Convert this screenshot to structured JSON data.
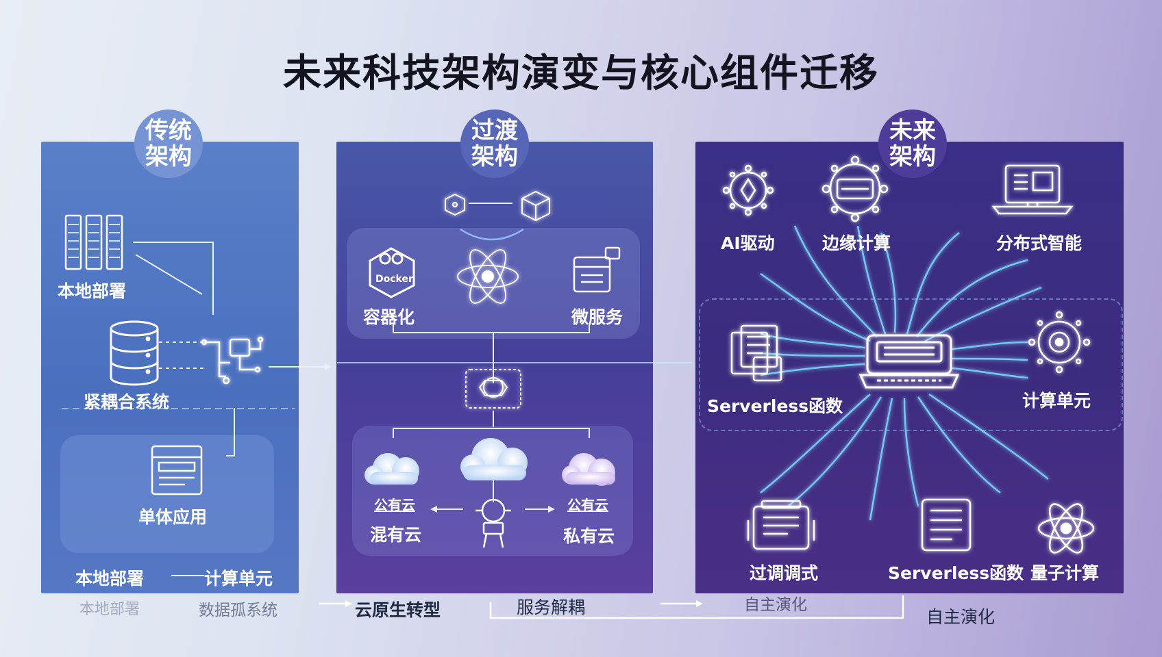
{
  "title": "未来科技架构演变与核心组件迁移",
  "panels": {
    "traditional": {
      "badge_line1": "传统",
      "badge_line2": "架构",
      "items": [
        "本地部署",
        "紧耦合系统",
        "单体应用"
      ],
      "bottom_left": "本地部署",
      "bottom_right": "计算单元"
    },
    "transitional": {
      "badge_line1": "过渡",
      "badge_line2": "架构",
      "items": [
        "容器化",
        "微服务"
      ],
      "docker_text": "Docker",
      "cloud_small_left": "公有云",
      "cloud_left": "混有云",
      "cloud_small_right": "公有云",
      "cloud_right": "私有云"
    },
    "future": {
      "badge_line1": "未来",
      "badge_line2": "架构",
      "items": [
        "AI驱动",
        "边缘计算",
        "分布式智能",
        "Serverless函数",
        "计算单元",
        "过调调式",
        "Serverless函数",
        "量子计算"
      ]
    }
  },
  "footer": {
    "faded_1": "本地部署",
    "faded_2": "数据孤系统",
    "step_1": "云原生转型",
    "step_2": "服务解耦",
    "step_3": "自主演化",
    "step_4": "自主演化"
  },
  "colors": {
    "panel_traditional": "#4f74c2",
    "panel_transitional": "#46449c",
    "panel_future": "#3b2d80",
    "glow": "#8fe6ff",
    "title": "#141420"
  }
}
